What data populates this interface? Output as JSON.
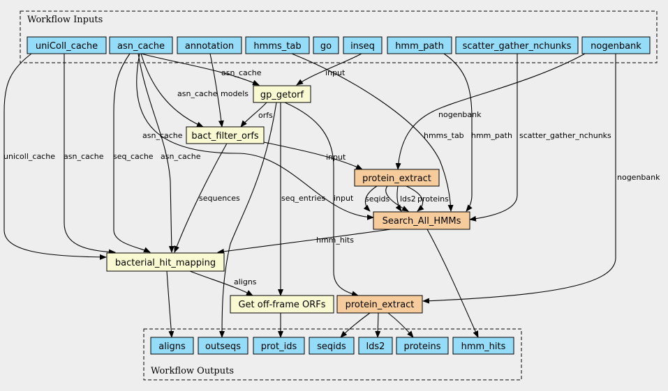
{
  "colors": {
    "background": "#eeeeee",
    "io_node": "#94dcf7",
    "step_node": "#fafad2",
    "subworkflow_node": "#f7cc9c"
  },
  "clusters": {
    "inputs_label": "Workflow Inputs",
    "outputs_label": "Workflow Outputs"
  },
  "nodes": {
    "in_unicoll": "uniColl_cache",
    "in_asn": "asn_cache",
    "in_annotation": "annotation",
    "in_hmms_tab": "hmms_tab",
    "in_go": "go",
    "in_inseq": "inseq",
    "in_hmm_path": "hmm_path",
    "in_scatter": "scatter_gather_nchunks",
    "in_nogenbank": "nogenbank",
    "gp_getorf": "gp_getorf",
    "bact_filter_orfs": "bact_filter_orfs",
    "protein_extract_1": "protein_extract",
    "search_all_hmms": "Search_All_HMMs",
    "bacterial_hit_mapping": "bacterial_hit_mapping",
    "get_offframe_orfs": "Get off-frame ORFs",
    "protein_extract_2": "protein_extract",
    "out_aligns": "aligns",
    "out_outseqs": "outseqs",
    "out_prot_ids": "prot_ids",
    "out_seqids": "seqids",
    "out_lds2": "lds2",
    "out_proteins": "proteins",
    "out_hmm_hits": "hmm_hits"
  },
  "edge_labels": {
    "asn_to_getorf": "asn_cache",
    "inseq_to_getorf": "input",
    "asn_to_filter": "asn_cache",
    "annotation_to_filter": "models",
    "getorf_to_filter": "orfs",
    "nogenbank_to_pe1": "nogenbank",
    "hmms_tab_to_search": "hmms_tab",
    "hmm_path_to_search": "hmm_path",
    "scatter_to_search": "scatter_gather_nchunks",
    "nogenbank_to_pe2": "nogenbank",
    "asn_to_search": "asn_cache",
    "filter_to_pe1": "input",
    "unicoll_to_mapping": "unicoll_cache",
    "asn_to_mapping_cache": "asn_cache",
    "asn_to_mapping_seq": "seq_cache",
    "asn_to_mapping_asn": "asn_cache",
    "filter_to_mapping": "sequences",
    "getorf_to_offframe": "seq_entries",
    "getorf_to_pe2": "input",
    "pe1_seqids": "seqids",
    "pe1_lds2": "lds2",
    "pe1_proteins": "proteins",
    "search_to_mapping": "hmm_hits",
    "mapping_to_offframe": "aligns"
  }
}
